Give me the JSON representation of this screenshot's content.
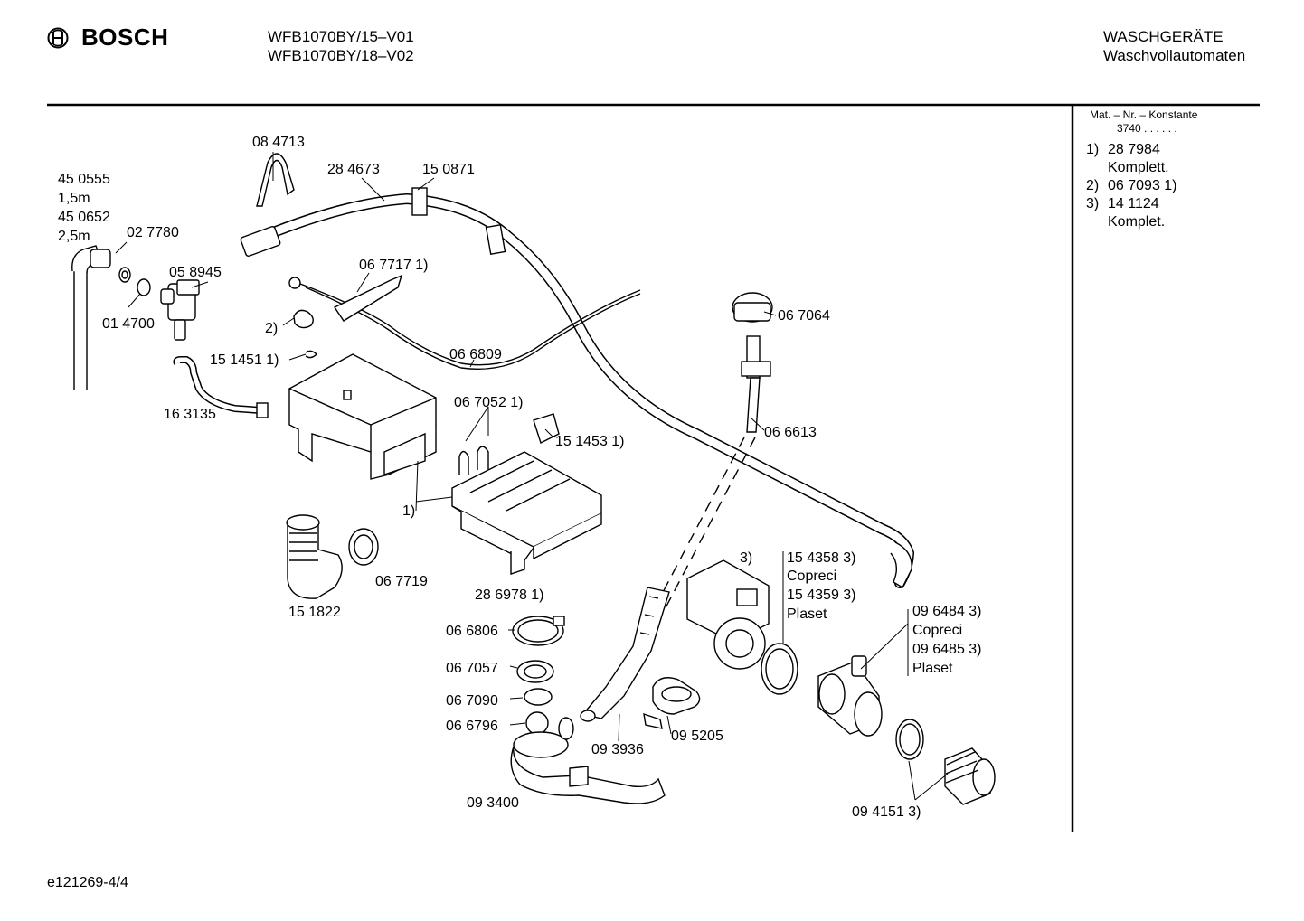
{
  "header": {
    "brand": "BOSCH",
    "models": [
      "WFB1070BY/15–V01",
      "WFB1070BY/18–V02"
    ],
    "category": [
      "WASCHGERÄTE",
      "Waschvollautomaten"
    ]
  },
  "sidebar": {
    "mat_label": "Mat. – Nr. – Konstante",
    "mat_value": "3740 .  .   .  .  .  .",
    "notes": [
      {
        "num": "1)",
        "lines": [
          "28 7984",
          "Komplett."
        ]
      },
      {
        "num": "2)",
        "lines": [
          "06 7093 1)"
        ]
      },
      {
        "num": "3)",
        "lines": [
          "14 1124",
          "Komplet."
        ]
      }
    ]
  },
  "parts": {
    "p084713": "08 4713",
    "p284673": "28 4673",
    "p150871": "15 0871",
    "p450555": "45 0555",
    "len15": "1,5m",
    "p450652": "45 0652",
    "len25": "2,5m",
    "p027780": "02 7780",
    "p058945": "05 8945",
    "p014700": "01 4700",
    "p067717": "06 7717 1)",
    "note2": "2)",
    "p151451": "15 1451 1)",
    "p066809": "06 6809",
    "p067064": "06 7064",
    "p163135": "16 3135",
    "p067052": "06 7052 1)",
    "p151453": "15 1453  1)",
    "p066613": "06 6613",
    "note1": "1)",
    "p067719": "06 7719",
    "p286978": "28 6978 1)",
    "p151822": "15 1822",
    "note3": "3)",
    "p154358": "15 4358 3)",
    "copreci1": "Copreci",
    "p154359": "15 4359 3)",
    "plaset1": "Plaset",
    "p096484": "09 6484 3)",
    "copreci2": "Copreci",
    "p096485": "09 6485 3)",
    "plaset2": "Plaset",
    "p066806": "06 6806",
    "p067057": "06 7057",
    "p067090": "06 7090",
    "p066796": "06 6796",
    "p093936": "09 3936",
    "p095205": "09 5205",
    "p093400": "09 3400",
    "p094151": "09 4151 3)"
  },
  "footer": {
    "code": "e121269-4/4"
  }
}
